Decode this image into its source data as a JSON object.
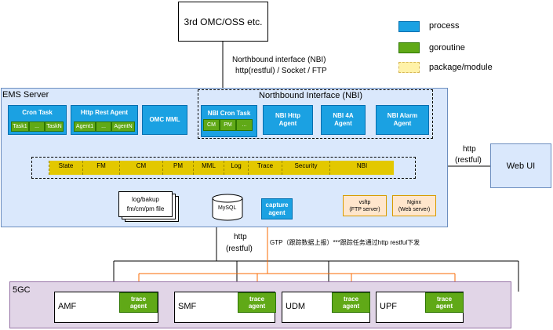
{
  "third_party": "3rd OMC/OSS etc.",
  "legend": {
    "process": "process",
    "goroutine": "goroutine",
    "package": "package/module"
  },
  "nbi_conn": {
    "line1": "Northbound interface (NBI)",
    "line2": "http(restful) / Socket / FTP"
  },
  "ems": {
    "title": "EMS Server",
    "nbi_group_title": "Northbound Interface (NBI)",
    "cron": {
      "title": "Cron Task",
      "items": [
        "Task1",
        "...",
        "TaskN"
      ]
    },
    "rest": {
      "title": "Http Rest Agent",
      "items": [
        "Agent1",
        "...",
        "AgentN"
      ]
    },
    "omc": {
      "title": "OMC MML"
    },
    "nbicron": {
      "title": "NBI Cron Task",
      "items": [
        "CM",
        "PM",
        "..."
      ]
    },
    "nbihttp": {
      "line1": "NBI Http",
      "line2": "Agent"
    },
    "nbi4a": {
      "line1": "NBI 4A",
      "line2": "Agent"
    },
    "nbialarm": {
      "line1": "NBI Alarm",
      "line2": "Agent"
    },
    "packages": [
      "State",
      "FM",
      "CM",
      "PM",
      "MML",
      "Log",
      "Trace",
      "Security",
      "NBI"
    ],
    "files": {
      "line1": "log/bakup",
      "line2": "fm/cm/pm file"
    },
    "db": "MySQL",
    "capture": {
      "line1": "capture",
      "line2": "agent"
    },
    "vsftp": {
      "line1": "vsftp",
      "line2": "(FTP server)"
    },
    "nginx": {
      "line1": "Nginx",
      "line2": "(Web server)"
    }
  },
  "webui": {
    "label": "Web UI",
    "conn_line1": "http",
    "conn_line2": "(restful)"
  },
  "south_conn": {
    "line1": "http",
    "line2": "(restful)"
  },
  "gtp_note": "GTP（跟踪数据上报）***跟踪任务通过http restful下发",
  "fivegc": {
    "title": "5GC",
    "nfs": [
      {
        "name": "AMF",
        "agent1": "trace",
        "agent2": "agent"
      },
      {
        "name": "SMF",
        "agent1": "trace",
        "agent2": "agent"
      },
      {
        "name": "UDM",
        "agent1": "trace",
        "agent2": "agent"
      },
      {
        "name": "UPF",
        "agent1": "trace",
        "agent2": "agent"
      }
    ]
  },
  "colors": {
    "process": "#1ba1e2",
    "goroutine": "#60a917",
    "package": "#e3c800",
    "ems_bg": "#dae8fc",
    "fivegc_bg": "#e1d5e7",
    "trace_line": "#fa6800"
  }
}
